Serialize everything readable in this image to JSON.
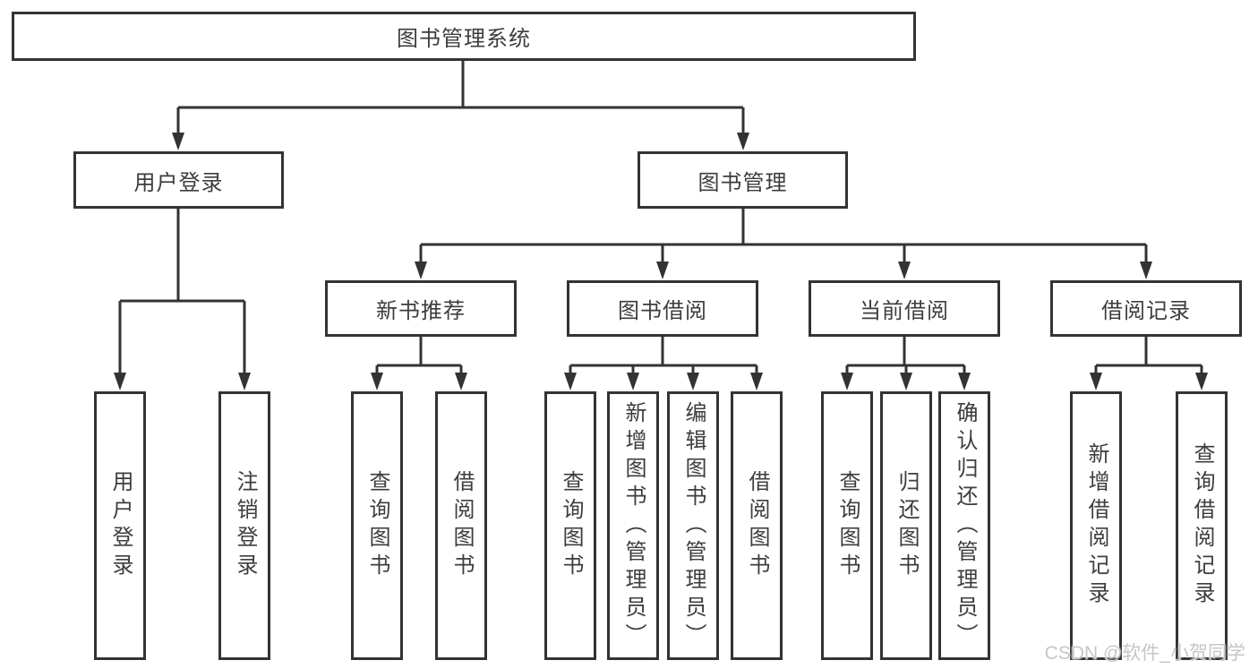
{
  "diagram": {
    "root": {
      "label": "图书管理系统"
    },
    "level2": [
      {
        "label": "用户登录"
      },
      {
        "label": "图书管理"
      }
    ],
    "level3": [
      {
        "label": "新书推荐"
      },
      {
        "label": "图书借阅"
      },
      {
        "label": "当前借阅"
      },
      {
        "label": "借阅记录"
      }
    ],
    "leaves": {
      "login": [
        {
          "label": "用户登录"
        },
        {
          "label": "注销登录"
        }
      ],
      "recommend": [
        {
          "label": "查询图书"
        },
        {
          "label": "借阅图书"
        }
      ],
      "borrow": [
        {
          "label": "查询图书"
        },
        {
          "label": "新增图书（管理员）"
        },
        {
          "label": "编辑图书（管理员）"
        },
        {
          "label": "借阅图书"
        }
      ],
      "current": [
        {
          "label": "查询图书"
        },
        {
          "label": "归还图书"
        },
        {
          "label": "确认归还（管理员）"
        }
      ],
      "records": [
        {
          "label": "新增借阅记录"
        },
        {
          "label": "查询借阅记录"
        }
      ]
    }
  },
  "watermark": {
    "text": "CSDN @软件_小贺同学"
  },
  "colors": {
    "line": "#333333",
    "text": "#3d3d3d",
    "watermark": "#c6c6c6",
    "background": "#ffffff"
  }
}
